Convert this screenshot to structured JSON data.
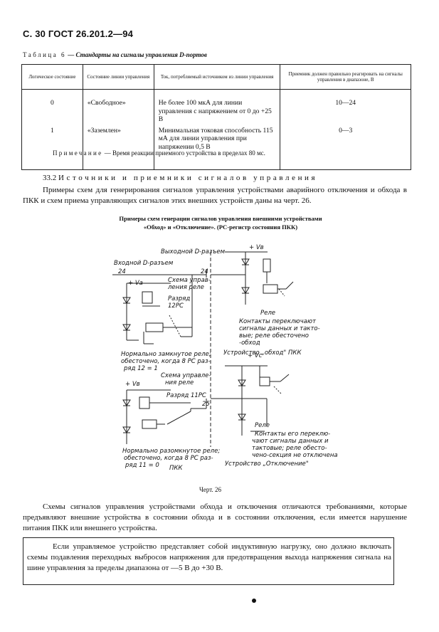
{
  "header": {
    "page_title": "С. 30 ГОСТ 26.201.2—94"
  },
  "table": {
    "caption_prefix": "Таблица 6",
    "caption_title": " — Стандарты на сигналы управления D-портов",
    "columns": [
      "Логическое состояние",
      "Состояние линии управления",
      "Ток, потребляемый источником из линии управления",
      "Приемник должен правильно реагировать на сигналы управления в диапазоне, В"
    ],
    "rows": [
      {
        "logic": "0",
        "state": "«Свободное»",
        "current": "Не более 100 мкА для линии управления с напряжением от 0 до +25 В",
        "range": "10—24"
      },
      {
        "logic": "1",
        "state": "«Заземлен»",
        "current": "Минимальная токовая способность 115 мА для линии управления при напряжении 0,5 В",
        "range": "0—3"
      }
    ],
    "note_label": "Примечание",
    "note_text": " — Время реакции приемного устройства в пределах 80 мс."
  },
  "section": {
    "number": "33.2",
    "title": "Источники и приемники сигналов управления",
    "paragraph": "Примеры схем для генерирования сигналов управления устройствами аварийного отключения и обхода в ПКК и схем приема управляющих сигналов этих внешних устройств даны на черт. 26."
  },
  "figure": {
    "title_line1": "Примеры схем генерации сигналов управления внешними устройствами",
    "title_line2": "«Обход» и «Отключение». (PC-регистр состояния ПКК)",
    "labels": {
      "output_connector": "Выходной D-разъем",
      "input_connector": "Входной D-разъем",
      "pin24_left": "24",
      "pin24_right": "24",
      "pin25": "25",
      "vb_top": "+ Vв",
      "va": "+ Vа",
      "vb_left": "+ Vв",
      "vc": "+ Vс",
      "relay_ctrl1_a": "Схема управ-",
      "relay_ctrl1_b": "ления реле",
      "bit12_a": "Разряд",
      "bit12_b": "12PC",
      "nc_a": "Нормально замкнутое реле;",
      "nc_b": "обесточено, когда 8 PC раз-",
      "nc_c": "ряд 12 = 1",
      "relay_ctrl2_a": "Схема управле-",
      "relay_ctrl2_b": "ния реле",
      "bit11": "Разряд 11PC",
      "no_a": "Нормально разомкнутое реле;",
      "no_b": "обесточено, когда 8 PC раз-",
      "no_c": "ряд 11 = 0",
      "pkk": "ПКК",
      "relay1": "Реле",
      "contacts1_a": "Контакты переключают",
      "contacts1_b": "сигналы данных и такто-",
      "contacts1_c": "вые; реле обесточено",
      "contacts1_d": "-обход",
      "device_bypass": "Устройство „обход\" ПКК",
      "relay2": "Реле",
      "contacts2_a": "Контакты его переклю-",
      "contacts2_b": "чают сигналы данных и",
      "contacts2_c": "тактовые; реле обесто-",
      "contacts2_d": "чено-секция не отключена",
      "device_off": "Устройство „Отключение\""
    },
    "caption": "Черт. 26"
  },
  "paragraph2": "Схемы сигналов управления устройствами обхода и отключения отличаются требованиями, которые предъявляют внешние устройства в состоянии обхода и в состоянии отключения, если имеется нарушение питания ПКК или внешнего устройства.",
  "boxed_text": "Если управляемое устройство представляет собой индуктивную нагрузку, оно должно включать схемы подавления переходных выбросов напряжения для предотвращения выхода напряжения сигнала на шине управления за пределы диапазона от —5 В до +30 В."
}
